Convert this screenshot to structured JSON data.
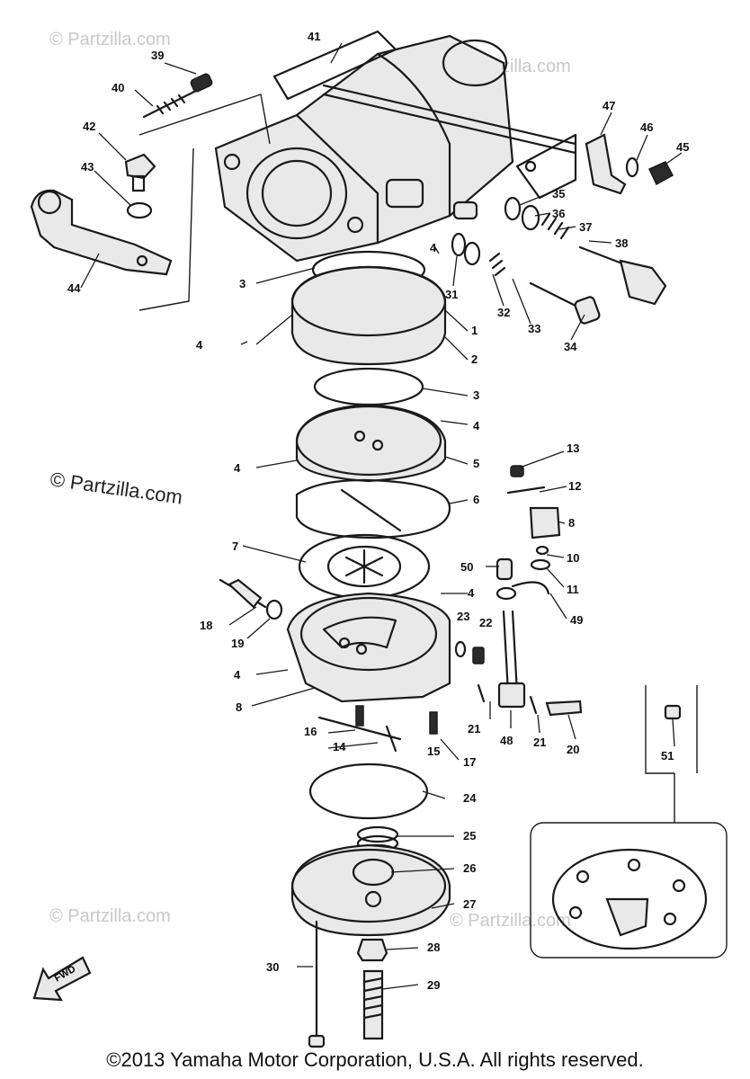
{
  "watermarks": {
    "text": "© Partzilla.com",
    "prominent": "© Partzilla.com"
  },
  "copyright": "©2013 Yamaha Motor Corporation, U.S.A. All rights reserved.",
  "fwd_label": "FWD",
  "callouts": {
    "c1": "1",
    "c2": "2",
    "c3a": "3",
    "c3b": "3",
    "c4a": "4",
    "c4b": "4",
    "c4c": "4",
    "c4d": "4",
    "c4e": "4",
    "c4f": "4",
    "c4g": "4",
    "c5": "5",
    "c6": "6",
    "c7": "7",
    "c8a": "8",
    "c8b": "8",
    "c10": "10",
    "c11": "11",
    "c12": "12",
    "c13": "13",
    "c14": "14",
    "c15": "15",
    "c16": "16",
    "c17": "17",
    "c18": "18",
    "c19": "19",
    "c20": "20",
    "c21a": "21",
    "c21b": "21",
    "c22": "22",
    "c23": "23",
    "c24": "24",
    "c25": "25",
    "c26": "26",
    "c27": "27",
    "c28": "28",
    "c29": "29",
    "c30": "30",
    "c31": "31",
    "c32": "32",
    "c33": "33",
    "c34": "34",
    "c35": "35",
    "c36": "36",
    "c37": "37",
    "c38": "38",
    "c39": "39",
    "c40": "40",
    "c41": "41",
    "c42": "42",
    "c43": "43",
    "c44": "44",
    "c45": "45",
    "c46": "46",
    "c47": "47",
    "c48": "48",
    "c49": "49",
    "c50": "50",
    "c51": "51"
  }
}
